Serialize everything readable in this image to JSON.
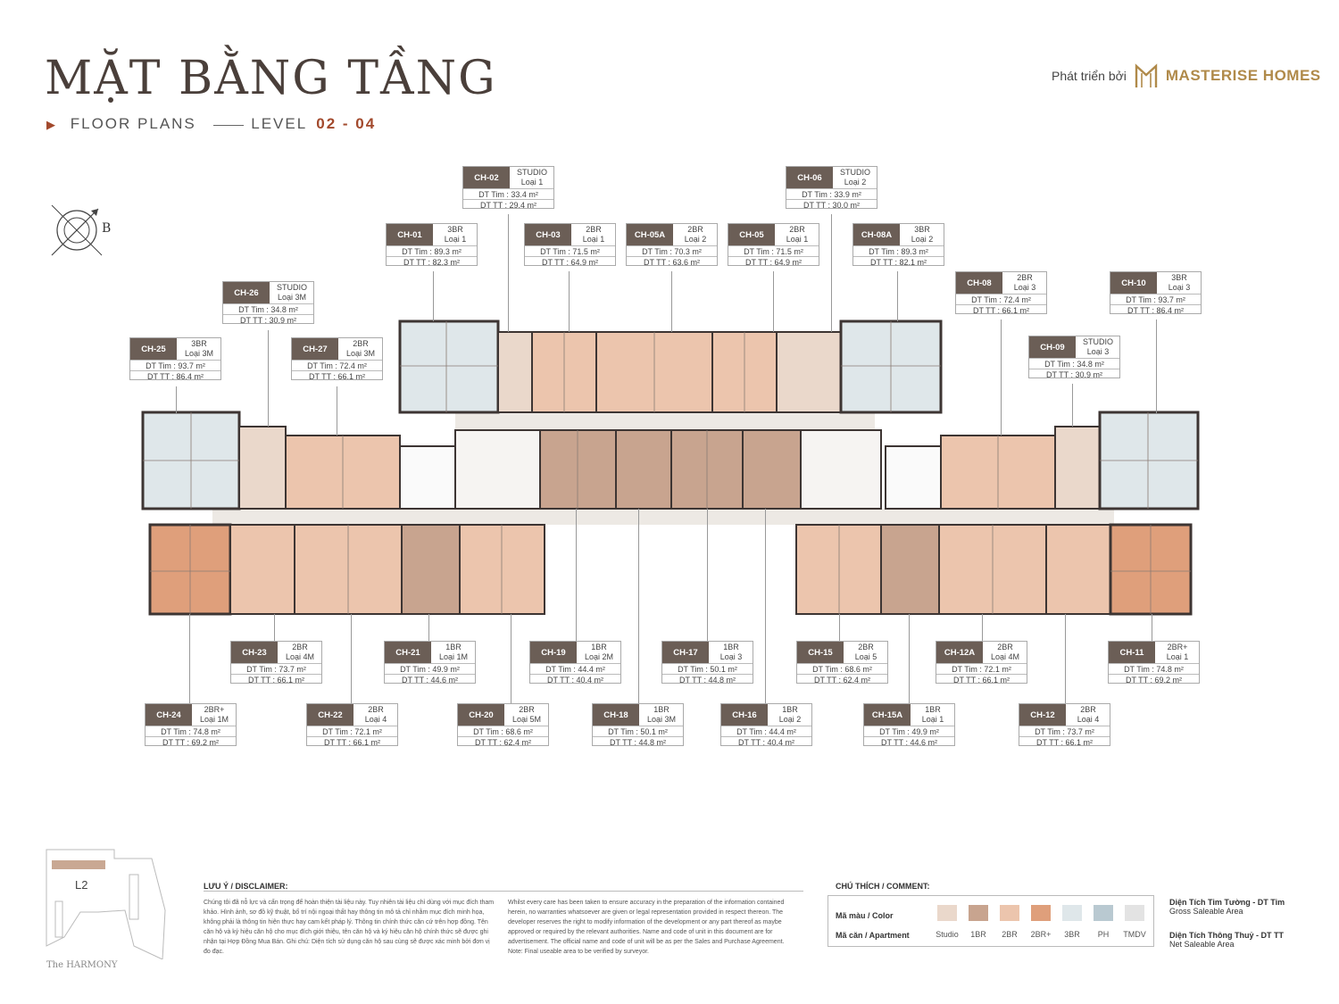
{
  "header": {
    "title": "MẶT BẰNG TẦNG",
    "subtitle_floor": "FLOOR PLANS",
    "subtitle_level_label": "LEVEL",
    "subtitle_level_value": "02 - 04"
  },
  "brand": {
    "prefix": "Phát triển bởi",
    "name": "MASTERISE HOMES"
  },
  "compass": {
    "letter": "B"
  },
  "units": [
    {
      "code": "CH-02",
      "type": "STUDIO",
      "variant": "Loại 1",
      "tim": "DT Tim :  33.4 m²",
      "tt": "DT TT :  29.4 m²"
    },
    {
      "code": "CH-06",
      "type": "STUDIO",
      "variant": "Loại 2",
      "tim": "DT Tim :  33.9 m²",
      "tt": "DT TT :  30.0 m²"
    },
    {
      "code": "CH-01",
      "type": "3BR",
      "variant": "Loại 1",
      "tim": "DT Tim :  89.3 m²",
      "tt": "DT TT :  82.3 m²"
    },
    {
      "code": "CH-03",
      "type": "2BR",
      "variant": "Loại 1",
      "tim": "DT Tim :  71.5 m²",
      "tt": "DT TT :  64.9 m²"
    },
    {
      "code": "CH-05A",
      "type": "2BR",
      "variant": "Loại 2",
      "tim": "DT Tim :  70.3 m²",
      "tt": "DT TT :  63.6 m²"
    },
    {
      "code": "CH-05",
      "type": "2BR",
      "variant": "Loại 1",
      "tim": "DT Tim :  71.5 m²",
      "tt": "DT TT :  64.9 m²"
    },
    {
      "code": "CH-08A",
      "type": "3BR",
      "variant": "Loại 2",
      "tim": "DT Tim :  89.3 m²",
      "tt": "DT TT :  82.1 m²"
    },
    {
      "code": "CH-26",
      "type": "STUDIO",
      "variant": "Loại 3M",
      "tim": "DT Tim :  34.8 m²",
      "tt": "DT TT :  30.9 m²"
    },
    {
      "code": "CH-08",
      "type": "2BR",
      "variant": "Loại 3",
      "tim": "DT Tim :  72.4 m²",
      "tt": "DT TT :  66.1 m²"
    },
    {
      "code": "CH-10",
      "type": "3BR",
      "variant": "Loại 3",
      "tim": "DT Tim :  93.7 m²",
      "tt": "DT TT :  86.4 m²"
    },
    {
      "code": "CH-25",
      "type": "3BR",
      "variant": "Loại 3M",
      "tim": "DT Tim :  93.7 m²",
      "tt": "DT TT :  86.4 m²"
    },
    {
      "code": "CH-27",
      "type": "2BR",
      "variant": "Loại 3M",
      "tim": "DT Tim :  72.4 m²",
      "tt": "DT TT :  66.1 m²"
    },
    {
      "code": "CH-09",
      "type": "STUDIO",
      "variant": "Loại 3",
      "tim": "DT Tim :  34.8 m²",
      "tt": "DT TT :  30.9 m²"
    },
    {
      "code": "CH-23",
      "type": "2BR",
      "variant": "Loại 4M",
      "tim": "DT Tim :  73.7 m²",
      "tt": "DT TT :  66.1 m²"
    },
    {
      "code": "CH-21",
      "type": "1BR",
      "variant": "Loại 1M",
      "tim": "DT Tim :  49.9 m²",
      "tt": "DT TT :  44.6 m²"
    },
    {
      "code": "CH-19",
      "type": "1BR",
      "variant": "Loại 2M",
      "tim": "DT Tim :  44.4 m²",
      "tt": "DT TT :  40.4 m²"
    },
    {
      "code": "CH-17",
      "type": "1BR",
      "variant": "Loại 3",
      "tim": "DT Tim :  50.1 m²",
      "tt": "DT TT :  44.8 m²"
    },
    {
      "code": "CH-15",
      "type": "2BR",
      "variant": "Loại 5",
      "tim": "DT Tim :  68.6 m²",
      "tt": "DT TT :  62.4 m²"
    },
    {
      "code": "CH-12A",
      "type": "2BR",
      "variant": "Loại 4M",
      "tim": "DT Tim :  72.1 m²",
      "tt": "DT TT :  66.1 m²"
    },
    {
      "code": "CH-11",
      "type": "2BR+",
      "variant": "Loại 1",
      "tim": "DT Tim :  74.8 m²",
      "tt": "DT TT :  69.2 m²"
    },
    {
      "code": "CH-24",
      "type": "2BR+",
      "variant": "Loại 1M",
      "tim": "DT Tim :  74.8 m²",
      "tt": "DT TT :  69.2 m²"
    },
    {
      "code": "CH-22",
      "type": "2BR",
      "variant": "Loại 4",
      "tim": "DT Tim :  72.1 m²",
      "tt": "DT TT :  66.1 m²"
    },
    {
      "code": "CH-20",
      "type": "2BR",
      "variant": "Loại 5M",
      "tim": "DT Tim :  68.6 m²",
      "tt": "DT TT :  62.4 m²"
    },
    {
      "code": "CH-18",
      "type": "1BR",
      "variant": "Loại 3M",
      "tim": "DT Tim :  50.1 m²",
      "tt": "DT TT :  44.8 m²"
    },
    {
      "code": "CH-16",
      "type": "1BR",
      "variant": "Loại 2",
      "tim": "DT Tim :  44.4 m²",
      "tt": "DT TT :  40.4 m²"
    },
    {
      "code": "CH-15A",
      "type": "1BR",
      "variant": "Loại 1",
      "tim": "DT Tim :  49.9 m²",
      "tt": "DT TT :  44.6 m²"
    },
    {
      "code": "CH-12",
      "type": "2BR",
      "variant": "Loại 4",
      "tim": "DT Tim :  73.7 m²",
      "tt": "DT TT :  66.1 m²"
    }
  ],
  "keyplan": {
    "label": "L2",
    "project": "The HARMONY"
  },
  "disclaimer": {
    "title": "LƯU Ý / DISCLAIMER:",
    "vi": "Chúng tôi đã nỗ lực và cẩn trọng để hoàn thiện tài liệu này. Tuy nhiên tài liệu chỉ dùng với mục đích tham khảo. Hình ảnh, sơ đồ kỹ thuật, bố trí nội ngoại thất hay thông tin mô tả chỉ nhằm mục đích minh họa, không phải là thông tin hiện thực hay cam kết pháp lý. Thông tin chính thức căn cứ trên hợp đồng. Tên căn hộ và ký hiệu căn hộ cho mục đích giới thiệu, tên căn hộ và ký hiệu căn hộ chính thức sẽ được ghi nhận tại Hợp Đồng Mua Bán. Ghi chú: Diện tích sử dụng căn hộ sau cùng sẽ được xác minh bởi đơn vị đo đạc.",
    "en": "Whilst every care has been taken to ensure accuracy in the preparation of the information contained herein, no warranties whatsoever are given or legal representation provided in respect thereon. The developer reserves the right to modify information of the development or any part thereof as maybe approved or required by the relevant authorities. Name and code of unit in this document are for advertisement. The official name and code of unit will be as per the Sales and Purchase Agreement. Note: Final useable area to be verified by surveyor."
  },
  "legend": {
    "title": "CHÚ THÍCH / COMMENT:",
    "color_label": "Mã màu / Color",
    "apartment_label": "Mã căn / Apartment",
    "items": [
      {
        "name": "Studio",
        "color": "#ead8cb"
      },
      {
        "name": "1BR",
        "color": "#c8a48f"
      },
      {
        "name": "2BR",
        "color": "#ecc5ad"
      },
      {
        "name": "2BR+",
        "color": "#df9f7b"
      },
      {
        "name": "3BR",
        "color": "#dfe7ea"
      },
      {
        "name": "PH",
        "color": "#b9c9d1"
      },
      {
        "name": "TMDV",
        "color": "#e3e3e3"
      }
    ]
  },
  "area_defs": {
    "gross_title": "Diện Tích Tim Tường - DT Tim",
    "gross_sub": "Gross Saleable Area",
    "net_title": "Diện Tích Thông Thuỷ - DT TT",
    "net_sub": "Net Saleable Area"
  },
  "colors": {
    "studio": "#ead8cb",
    "br1": "#c8a48f",
    "br2": "#ecc5ad",
    "br2plus": "#df9f7b",
    "br3": "#dfe7ea",
    "corridor": "#ede9e4",
    "wall": "#3d3533",
    "code_bg": "#6b5e56",
    "accent": "#a2492c"
  }
}
